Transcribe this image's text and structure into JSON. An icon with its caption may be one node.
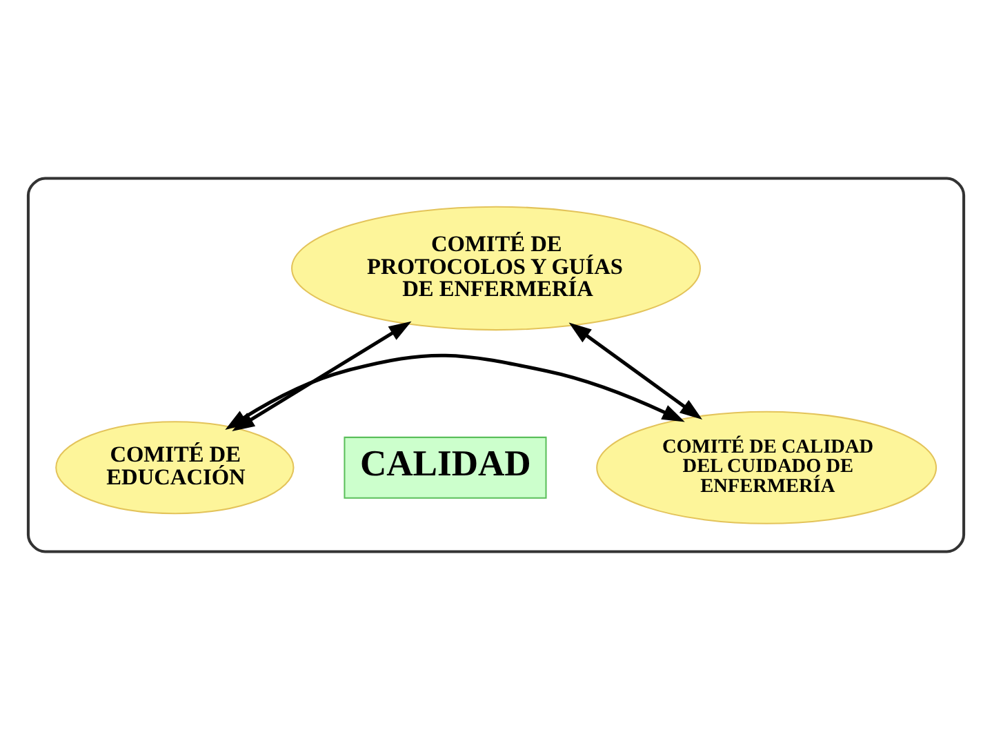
{
  "diagram": {
    "nodes": [
      {
        "text": [],
        "shape": "box"
      },
      {
        "text": [
          "COMITÉ DE PROTOCOLOS Y GUÍAS DE ENFERMERÍA"
        ],
        "in": 0
      },
      {
        "text": [
          "COMITÉ DE EDUCACIÓN"
        ],
        "in": 0
      },
      {
        "text": [
          "COMITÉ DE CALIDAD DEL CUIDADO DE ENFERMERÍA"
        ],
        "in": 0
      },
      {
        "text": [
          "CALIDAD"
        ],
        "in": 0
      }
    ],
    "edges": [
      {
        "from": 1,
        "to": 2,
        "arrow": "both"
      },
      {
        "from": 1,
        "to": 3,
        "arrow": "both"
      },
      {
        "from": 2,
        "to": 3,
        "arrow": "both"
      }
    ]
  }
}
